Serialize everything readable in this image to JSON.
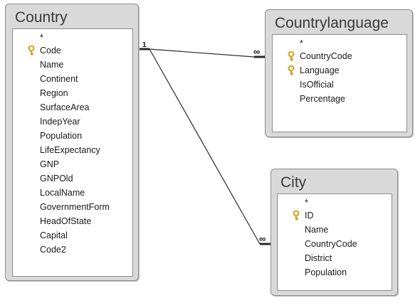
{
  "tables": {
    "country": {
      "title": "Country",
      "fields": [
        {
          "label": "*",
          "is_key": false
        },
        {
          "label": "Code",
          "is_key": true
        },
        {
          "label": "Name",
          "is_key": false
        },
        {
          "label": "Continent",
          "is_key": false
        },
        {
          "label": "Region",
          "is_key": false
        },
        {
          "label": "SurfaceArea",
          "is_key": false
        },
        {
          "label": "IndepYear",
          "is_key": false
        },
        {
          "label": "Population",
          "is_key": false
        },
        {
          "label": "LifeExpectancy",
          "is_key": false
        },
        {
          "label": "GNP",
          "is_key": false
        },
        {
          "label": "GNPOld",
          "is_key": false
        },
        {
          "label": "LocalName",
          "is_key": false
        },
        {
          "label": "GovernmentForm",
          "is_key": false
        },
        {
          "label": "HeadOfState",
          "is_key": false
        },
        {
          "label": "Capital",
          "is_key": false
        },
        {
          "label": "Code2",
          "is_key": false
        }
      ]
    },
    "countrylanguage": {
      "title": "Countrylanguage",
      "fields": [
        {
          "label": "*",
          "is_key": false
        },
        {
          "label": "CountryCode",
          "is_key": true
        },
        {
          "label": "Language",
          "is_key": true
        },
        {
          "label": "IsOfficial",
          "is_key": false
        },
        {
          "label": "Percentage",
          "is_key": false
        }
      ]
    },
    "city": {
      "title": "City",
      "fields": [
        {
          "label": "*",
          "is_key": false
        },
        {
          "label": "ID",
          "is_key": true
        },
        {
          "label": "Name",
          "is_key": false
        },
        {
          "label": "CountryCode",
          "is_key": false
        },
        {
          "label": "District",
          "is_key": false
        },
        {
          "label": "Population",
          "is_key": false
        }
      ]
    }
  },
  "relationships": [
    {
      "from": "country",
      "to": "countrylanguage",
      "one_label": "1",
      "many_label": "∞"
    },
    {
      "from": "country",
      "to": "city",
      "one_label": "",
      "many_label": "∞"
    }
  ],
  "colors": {
    "key_icon": "#d4a017",
    "line": "#2a2a2a"
  }
}
